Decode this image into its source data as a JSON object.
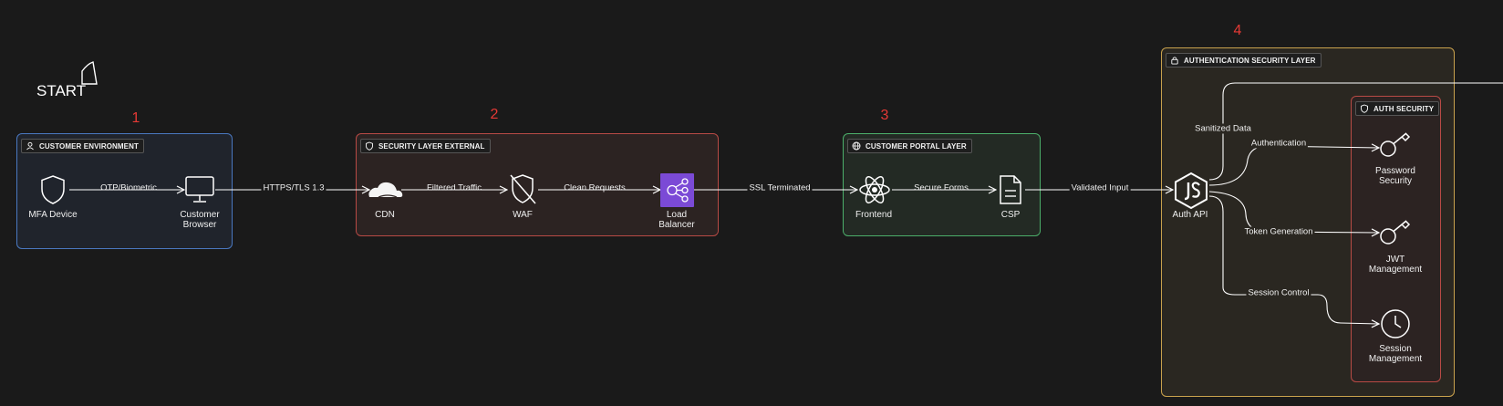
{
  "start": {
    "label": "START"
  },
  "steps": [
    "1",
    "2",
    "3",
    "4"
  ],
  "colors": {
    "background": "#1a1a1a",
    "customer_border": "#4a78c0",
    "security_border": "#b84a45",
    "portal_border": "#4caf6a",
    "auth_border": "#c9a24d",
    "step_number": "#e53935",
    "lb_fill": "#7b4ad6"
  },
  "groups": {
    "customer": {
      "title": "CUSTOMER ENVIRONMENT",
      "icon": "user-icon"
    },
    "security": {
      "title": "SECURITY LAYER EXTERNAL",
      "icon": "shield-icon"
    },
    "portal": {
      "title": "CUSTOMER PORTAL LAYER",
      "icon": "globe-icon"
    },
    "auth": {
      "title": "AUTHENTICATION SECURITY LAYER",
      "icon": "lock-icon"
    },
    "authsec": {
      "title": "AUTH SECURITY",
      "icon": "shield-icon"
    }
  },
  "nodes": {
    "mfa": {
      "label": "MFA Device",
      "icon": "shield-icon"
    },
    "browser": {
      "label": "Customer\nBrowser",
      "icon": "monitor-icon"
    },
    "cdn": {
      "label": "CDN",
      "icon": "cloudflare-icon"
    },
    "waf": {
      "label": "WAF",
      "icon": "shield-off-icon"
    },
    "lb": {
      "label": "Load\nBalancer",
      "icon": "load-balancer-icon"
    },
    "frontend": {
      "label": "Frontend",
      "icon": "react-icon"
    },
    "csp": {
      "label": "CSP",
      "icon": "document-icon"
    },
    "authapi": {
      "label": "Auth API",
      "icon": "nodejs-icon"
    },
    "password": {
      "label": "Password\nSecurity",
      "icon": "key-icon"
    },
    "jwt": {
      "label": "JWT\nManagement",
      "icon": "key-icon"
    },
    "session": {
      "label": "Session\nManagement",
      "icon": "clock-icon"
    }
  },
  "edges": {
    "otp": "OTP/Biometric",
    "https": "HTTPS/TLS 1.3",
    "filtered": "Filtered Traffic",
    "clean": "Clean Requests",
    "ssl": "SSL Terminated",
    "forms": "Secure Forms",
    "validated": "Validated Input",
    "sanitized": "Sanitized Data",
    "authentication": "Authentication",
    "token": "Token Generation",
    "session": "Session Control"
  }
}
